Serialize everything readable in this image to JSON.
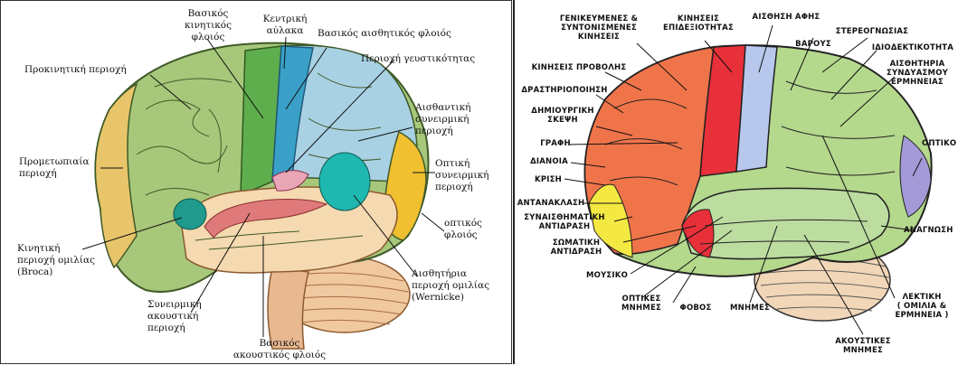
{
  "left_diagram": {
    "labels": [
      {
        "key": "basic_motor",
        "text": "Βασικός\nκινητικός\nφλοιός"
      },
      {
        "key": "central_sulcus",
        "text": "Κεντρική\nαύλακα"
      },
      {
        "key": "basic_sensory",
        "text": "Βασικός αισθητικός φλοιός"
      },
      {
        "key": "premotor",
        "text": "Προκινητική περιοχή"
      },
      {
        "key": "taste",
        "text": "Περιοχή γευστικότητας"
      },
      {
        "key": "sensory_assoc",
        "text": "Αισθαντική\nσυνειρμική\nπεριοχή"
      },
      {
        "key": "prefrontal",
        "text": "Προμετωπιαία\nπεριοχή"
      },
      {
        "key": "visual_assoc",
        "text": "Οπτική\nσυνειρμική\nπεριοχή"
      },
      {
        "key": "visual_cortex",
        "text": "οπτικός\nφλοιός"
      },
      {
        "key": "broca",
        "text": "Κινητική\nπεριοχή ομιλίας\n(Broca)"
      },
      {
        "key": "wernicke",
        "text": "Αισθητήρια\nπεριοχή ομιλίας\n(Wernicke)"
      },
      {
        "key": "auditory_assoc",
        "text": "Συνειρμική\nακουστική\nπεριοχή"
      },
      {
        "key": "basic_auditory",
        "text": "Βασικός\nακουστικός φλοιός"
      }
    ]
  },
  "right_diagram": {
    "labels": [
      {
        "key": "general_movements",
        "text": "ΓΕΝΙΚΕΥΜΕΝΕΣ &\nΣΥΝΤΟΝΙΣΜΕΝΕΣ\nΚΙΝΗΣΕΙΣ"
      },
      {
        "key": "movement_skills",
        "text": "ΚΙΝΗΣΕΙΣ\nΕΠΙΔΕΞΙΟΤΗΤΑΣ"
      },
      {
        "key": "touch",
        "text": "ΑΙΣΘΗΣΗ ΑΦΗΣ"
      },
      {
        "key": "stereognosis",
        "text": "ΣΤΕΡΕΟΓΝΩΣΙΑΣ"
      },
      {
        "key": "weight",
        "text": "ΒΑΡΟΥΣ"
      },
      {
        "key": "proprioception",
        "text": "ΙΔΙΟΔΕΚΤΙΚΟΤΗΤΑ"
      },
      {
        "key": "sense_assoc",
        "text": "ΑΙΣΘΗΤΗΡΙΑ\nΣΥΝΔΥΑΣΜΟΥ\nΕΡΜΗΝΕΙΑΣ"
      },
      {
        "key": "forecast_moves",
        "text": "ΚΙΝΗΣΕΙΣ ΠΡΟΒΟΛΗΣ"
      },
      {
        "key": "activation",
        "text": "ΔΡΑΣΤΗΡΙΟΠΟΙΗΣΗ"
      },
      {
        "key": "creative",
        "text": "ΔΗΜΙΟΥΡΓΙΚΗ\nΣΚΕΨΗ"
      },
      {
        "key": "writing",
        "text": "ΓΡΑΦΗ"
      },
      {
        "key": "optic",
        "text": "ΟΠΤΙΚΟ"
      },
      {
        "key": "intellect",
        "text": "ΔΙΑΝΟΙΑ"
      },
      {
        "key": "judgment",
        "text": "ΚΡΙΣΗ"
      },
      {
        "key": "reflection",
        "text": "ΑΝΤΑΝΑΚΛΑΣΗ"
      },
      {
        "key": "emotional",
        "text": "ΣΥΝΑΙΣΘΗΜΑΤΙΚΗ\nΑΝΤΙΔΡΑΣΗ"
      },
      {
        "key": "reading",
        "text": "ΑΝΑΓΝΩΣΗ"
      },
      {
        "key": "physical",
        "text": "ΣΩΜΑΤΙΚΗ\nΑΝΤΙΔΡΑΣΗ"
      },
      {
        "key": "musical",
        "text": "ΜΟΥΣΙΚΟ"
      },
      {
        "key": "visual_mem",
        "text": "ΟΠΤΙΚΕΣ\nΜΝΗΜΕΣ"
      },
      {
        "key": "fear",
        "text": "ΦΟΒΟΣ"
      },
      {
        "key": "memories",
        "text": "ΜΝΗΜΕΣ"
      },
      {
        "key": "lexical",
        "text": "ΛΕΚΤΙΚΗ\n( ΟΜΙΛΙΑ &\nΕΡΜΗΝΕΙΑ )"
      },
      {
        "key": "auditory_mem",
        "text": "ΑΚΟΥΣΤΙΚΕΣ\nΜΝΗΜΕΣ"
      }
    ]
  },
  "colors": {
    "frontal_lobe": "#a7c77a",
    "prefrontal": "#e8c56a",
    "motor_strip": "#5fae4e",
    "sensory_strip": "#3aa0c8",
    "parietal": "#a9d1e4",
    "occipital": "#f0c030",
    "temporal": "#f5d9b0",
    "auditory": "#e07a7a",
    "speech_area": "#1f9a8c",
    "cerebellum": "#f0c9a0",
    "brainstem": "#e8b890",
    "r_frontal": "#f0744a",
    "r_yellow": "#f4e842",
    "r_red_strip": "#e8303a",
    "r_blue_strip": "#b8c8ec",
    "r_green": "#b4d88c",
    "r_purple": "#a59ad8",
    "r_temporal": "#bcdca0",
    "r_cerebellum": "#f2d6b8"
  }
}
